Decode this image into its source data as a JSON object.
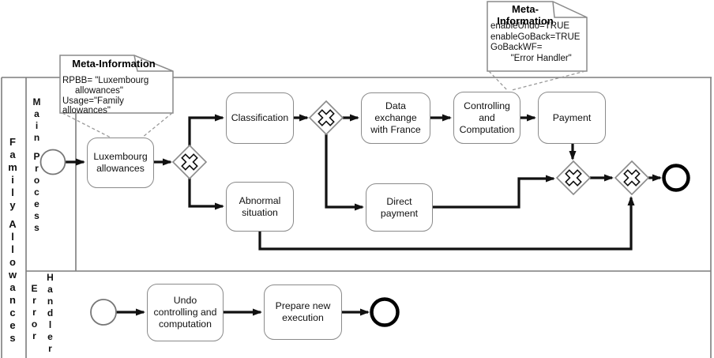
{
  "diagram": {
    "type": "bpmn-process-diagram",
    "pool": {
      "label": "Family Allowances"
    },
    "lanes": [
      {
        "label": "Main Process"
      },
      {
        "label": "Error Handler",
        "words": [
          "Error",
          "Handler"
        ]
      }
    ],
    "annotations": [
      {
        "title": "Meta-Information",
        "body": "RPBB= \"Luxembourg\n     allowances\"\nUsage=\"Family allowances\""
      },
      {
        "title": "Meta-Information",
        "body": "enableUndo=TRUE\nenableGoBack=TRUE\nGoBackWF=\n        \"Error Handler\""
      }
    ],
    "tasks": [
      {
        "id": "luxembourg-allowances",
        "lane": "Main Process",
        "label": "Luxembourg\nallowances"
      },
      {
        "id": "classification",
        "lane": "Main Process",
        "label": "Classification"
      },
      {
        "id": "data-exchange-with-france",
        "lane": "Main Process",
        "label": "Data\nexchange\nwith France"
      },
      {
        "id": "abnormal-situation",
        "lane": "Main Process",
        "label": "Abnormal\nsituation"
      },
      {
        "id": "direct-payment",
        "lane": "Main Process",
        "label": "Direct\npayment"
      },
      {
        "id": "controlling-and-computation",
        "lane": "Main Process",
        "label": "Controlling\nand\nComputation"
      },
      {
        "id": "payment",
        "lane": "Main Process",
        "label": "Payment"
      },
      {
        "id": "undo-controlling-and-computation",
        "lane": "Error Handler",
        "label": "Undo\ncontrolling and\ncomputation"
      },
      {
        "id": "prepare-new-execution",
        "lane": "Error Handler",
        "label": "Prepare new\nexecution"
      }
    ],
    "gateways": [
      {
        "id": "gateway-split-after-luxembourg",
        "type": "exclusive-x"
      },
      {
        "id": "gateway-split-after-classification",
        "type": "exclusive-x"
      },
      {
        "id": "gateway-join-before-final",
        "type": "exclusive-x"
      },
      {
        "id": "gateway-final-join",
        "type": "exclusive-x"
      }
    ],
    "events": [
      {
        "id": "start-event-main",
        "type": "start"
      },
      {
        "id": "end-event-main",
        "type": "end"
      },
      {
        "id": "start-event-error-handler",
        "type": "start"
      },
      {
        "id": "end-event-error-handler",
        "type": "end"
      }
    ],
    "colors": {
      "flow_line": "#111111",
      "shape_border": "#8a8a8a",
      "lane_border": "#7d7d7d",
      "dashed_link": "#999999",
      "fill": "#ffffff",
      "text": "#111111"
    }
  }
}
